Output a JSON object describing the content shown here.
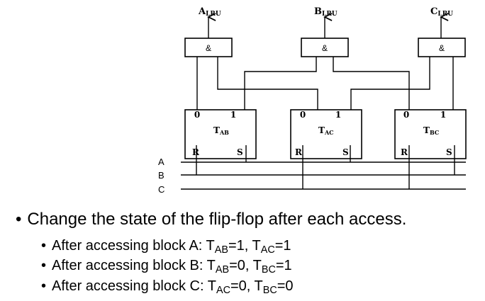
{
  "diagram": {
    "outputs": [
      {
        "main": "A",
        "sub": "LRU"
      },
      {
        "main": "B",
        "sub": "LRU"
      },
      {
        "main": "C",
        "sub": "LRU"
      }
    ],
    "and_gate_label": "&",
    "flipflops": [
      {
        "name": "T",
        "sub": "AB",
        "pin0": "0",
        "pin1": "1",
        "reset": "R",
        "set": "S"
      },
      {
        "name": "T",
        "sub": "AC",
        "pin0": "0",
        "pin1": "1",
        "reset": "R",
        "set": "S"
      },
      {
        "name": "T",
        "sub": "BC",
        "pin0": "0",
        "pin1": "1",
        "reset": "R",
        "set": "S"
      }
    ],
    "inputs": [
      "A",
      "B",
      "C"
    ]
  },
  "bullets": {
    "main": "Change the state of the flip-flop after each access.",
    "items": [
      {
        "prefix": "After accessing block A: ",
        "a_name": "T",
        "a_sub": "AB",
        "a_val": "=1, ",
        "b_name": "T",
        "b_sub": "AC",
        "b_val": "=1"
      },
      {
        "prefix": "After accessing block B: ",
        "a_name": "T",
        "a_sub": "AB",
        "a_val": "=0, ",
        "b_name": "T",
        "b_sub": "BC",
        "b_val": "=1"
      },
      {
        "prefix": "After accessing block C: ",
        "a_name": "T",
        "a_sub": "AC",
        "a_val": "=0, ",
        "b_name": "T",
        "b_sub": "BC",
        "b_val": "=0"
      }
    ]
  }
}
